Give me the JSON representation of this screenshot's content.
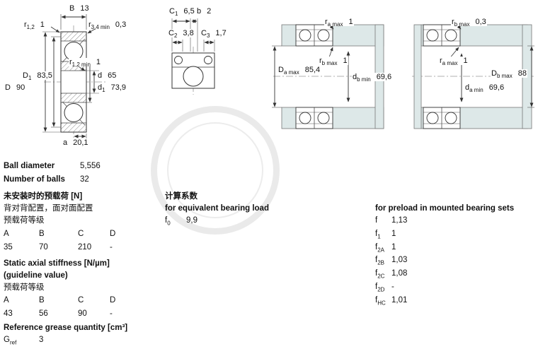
{
  "dims": {
    "front": {
      "B": {
        "b": "B",
        "s": "",
        "v": "13"
      },
      "r12": {
        "b": "r",
        "s": "1,2",
        "v": "1"
      },
      "r34": {
        "b": "r",
        "s": "3,4 min",
        "v": "0,3"
      },
      "r12min": {
        "b": "r",
        "s": "1,2 min",
        "v": "1"
      },
      "D1": {
        "b": "D",
        "s": "1",
        "v": "83,5"
      },
      "d": {
        "b": "d",
        "s": "",
        "v": "65"
      },
      "D": {
        "b": "D",
        "s": "",
        "v": "90"
      },
      "d1": {
        "b": "d",
        "s": "1",
        "v": "73,9"
      },
      "a": {
        "b": "a",
        "s": "",
        "v": "20,1"
      }
    },
    "profile": {
      "C1": {
        "b": "C",
        "s": "1",
        "v": "6,5"
      },
      "b": {
        "b": "b",
        "s": "",
        "v": "2"
      },
      "C2": {
        "b": "C",
        "s": "2",
        "v": "3,8"
      },
      "C3": {
        "b": "C",
        "s": "3",
        "v": "1,7"
      }
    },
    "mount1": {
      "ra": {
        "b": "r",
        "s": "a max",
        "v": "1"
      },
      "rb": {
        "b": "r",
        "s": "b max",
        "v": "1"
      },
      "Da": {
        "b": "D",
        "s": "a max",
        "v": "85,4"
      },
      "db": {
        "b": "d",
        "s": "b min",
        "v": "69,6"
      }
    },
    "mount2": {
      "rb": {
        "b": "r",
        "s": "b max",
        "v": "0,3"
      },
      "ra": {
        "b": "r",
        "s": "a max",
        "v": "1"
      },
      "Db": {
        "b": "D",
        "s": "b max",
        "v": "88"
      },
      "da": {
        "b": "d",
        "s": "a min",
        "v": "69,6"
      }
    }
  },
  "specs": {
    "ball_diameter": {
      "label": "Ball diameter",
      "value": "5,556"
    },
    "number_of_balls": {
      "label": "Number of balls",
      "value": "32"
    },
    "preload": {
      "title": "未安装时的预载荷 [N]",
      "subtitle": "背对背配置，面对面配置",
      "class_label": "预载荷等级",
      "headers": [
        "A",
        "B",
        "C",
        "D"
      ],
      "values": [
        "35",
        "70",
        "210",
        "-"
      ]
    },
    "stiffness": {
      "title": "Static axial stiffness [N/µm]",
      "subtitle": "(guideline value)",
      "class_label": "预载荷等级",
      "headers": [
        "A",
        "B",
        "C",
        "D"
      ],
      "values": [
        "43",
        "56",
        "90",
        "-"
      ]
    },
    "grease": {
      "title": "Reference grease quantity [cm³]",
      "symbol": {
        "b": "G",
        "s": "ref",
        "v": "3"
      }
    },
    "calc": {
      "title": "计算系数",
      "equiv_title": "for equivalent bearing load",
      "f0": {
        "b": "f",
        "s": "0",
        "v": "9,9"
      }
    },
    "preload_factors": {
      "title": "for preload in mounted bearing sets",
      "rows": [
        {
          "b": "f",
          "s": "",
          "v": "1,13"
        },
        {
          "b": "f",
          "s": "1",
          "v": "1"
        },
        {
          "b": "f",
          "s": "2A",
          "v": "1"
        },
        {
          "b": "f",
          "s": "2B",
          "v": "1,03"
        },
        {
          "b": "f",
          "s": "2C",
          "v": "1,08"
        },
        {
          "b": "f",
          "s": "2D",
          "v": "-"
        },
        {
          "b": "f",
          "s": "HC",
          "v": "1,01"
        }
      ]
    }
  }
}
